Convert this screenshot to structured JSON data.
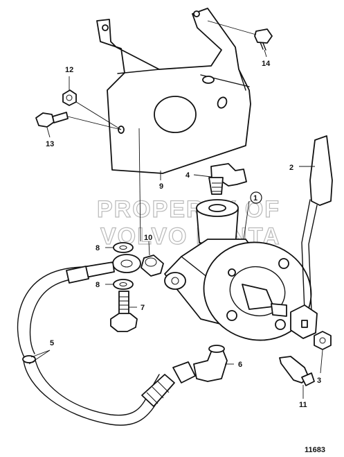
{
  "diagram_id": "11683",
  "watermark": {
    "line1": "PROPERTY OF",
    "line2": "VOLVO PENTA"
  },
  "callouts": [
    "1",
    "2",
    "3",
    "4",
    "5",
    "6",
    "7",
    "8",
    "8",
    "9",
    "10",
    "11",
    "12",
    "13",
    "14"
  ]
}
